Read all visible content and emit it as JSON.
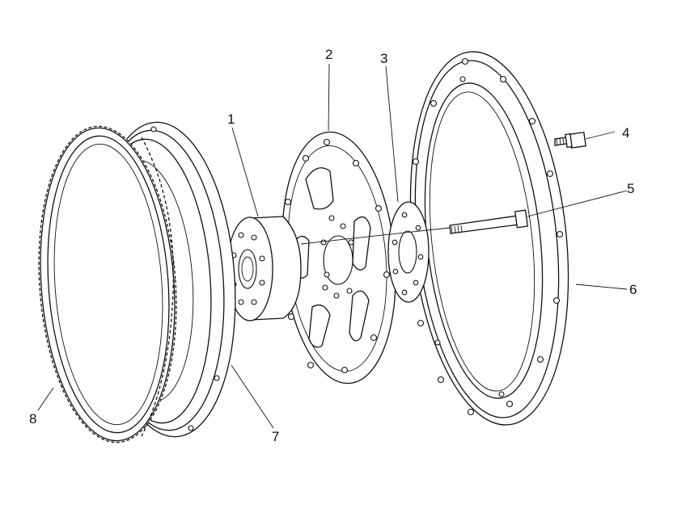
{
  "callouts": {
    "c1": "1",
    "c2": "2",
    "c3": "3",
    "c4": "4",
    "c5": "5",
    "c6": "6",
    "c7": "7",
    "c8": "8"
  },
  "colors": {
    "line": "#111111",
    "background": "#ffffff"
  }
}
